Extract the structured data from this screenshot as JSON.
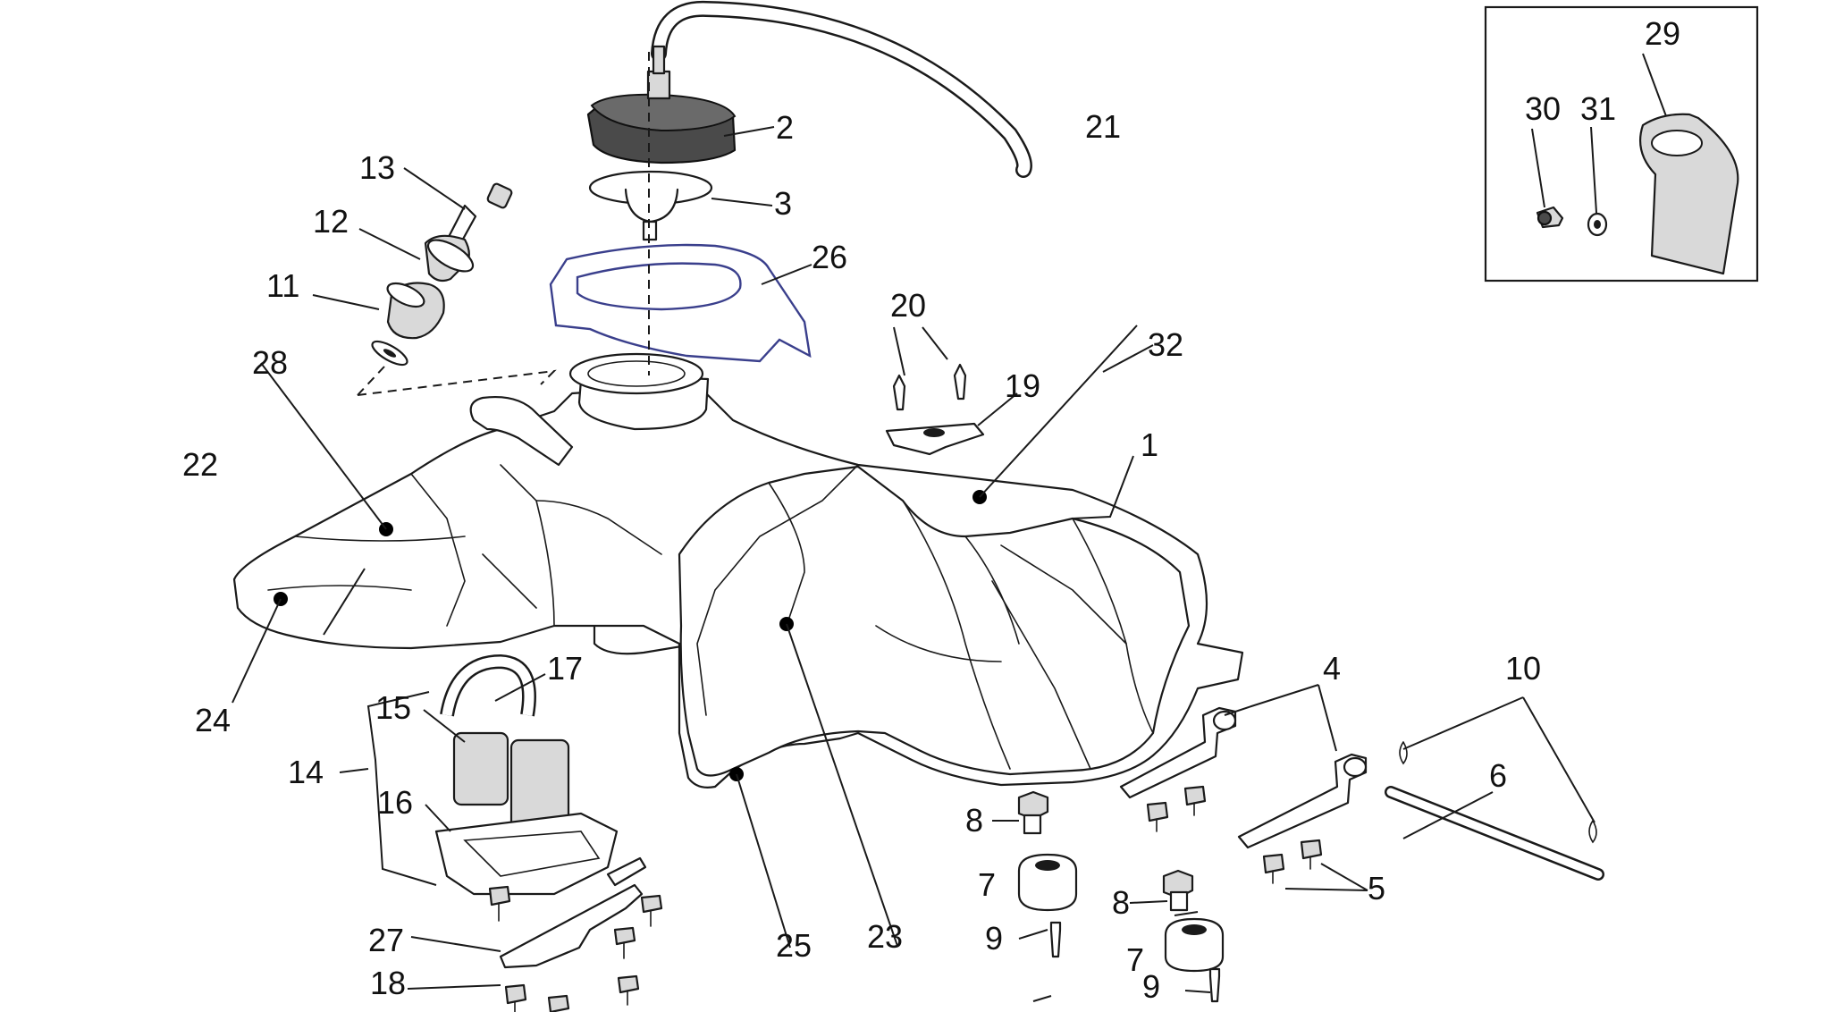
{
  "diagram": {
    "callouts": [
      "1",
      "2",
      "3",
      "4",
      "5",
      "6",
      "7",
      "8",
      "9",
      "10",
      "11",
      "12",
      "13",
      "14",
      "15",
      "16",
      "17",
      "18",
      "19",
      "20",
      "21",
      "22",
      "23",
      "24",
      "25",
      "26",
      "27",
      "28",
      "29",
      "30",
      "31",
      "32"
    ],
    "duplicate_labels": {
      "seven": "7",
      "eight": "8",
      "nine": "9"
    }
  }
}
